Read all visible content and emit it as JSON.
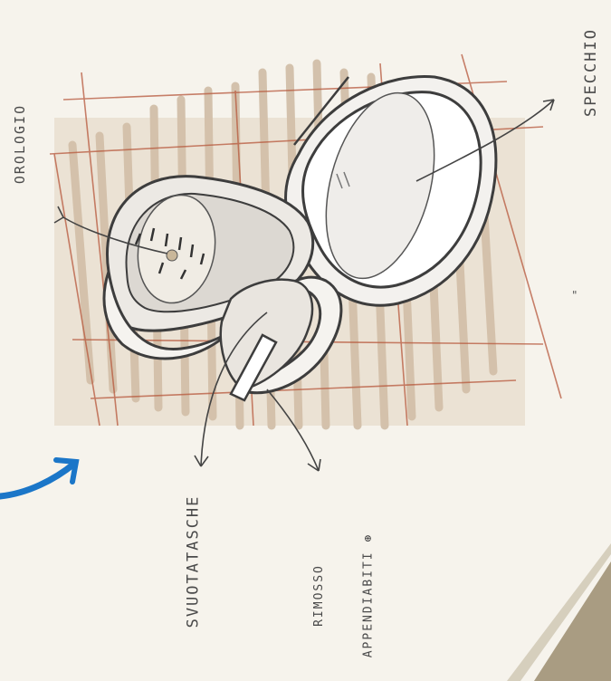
{
  "image": {
    "kind": "design sketch",
    "labels": {
      "orologio": "OROLOGIO",
      "specchio": "SPECCHIO",
      "svuotatasche": "SVUOTATASCHE",
      "rimosso_line1": "RIMOSSO",
      "rimosso_line2": "APPENDIABITI ⊛"
    },
    "colors": {
      "paper": "#f6f3ec",
      "shadow": "#b79a78",
      "construction_lines": "#b7583c",
      "ink": "#3d3d3d",
      "blue_arrow": "#1b76c8",
      "table_edge": "#9b8c70"
    }
  }
}
